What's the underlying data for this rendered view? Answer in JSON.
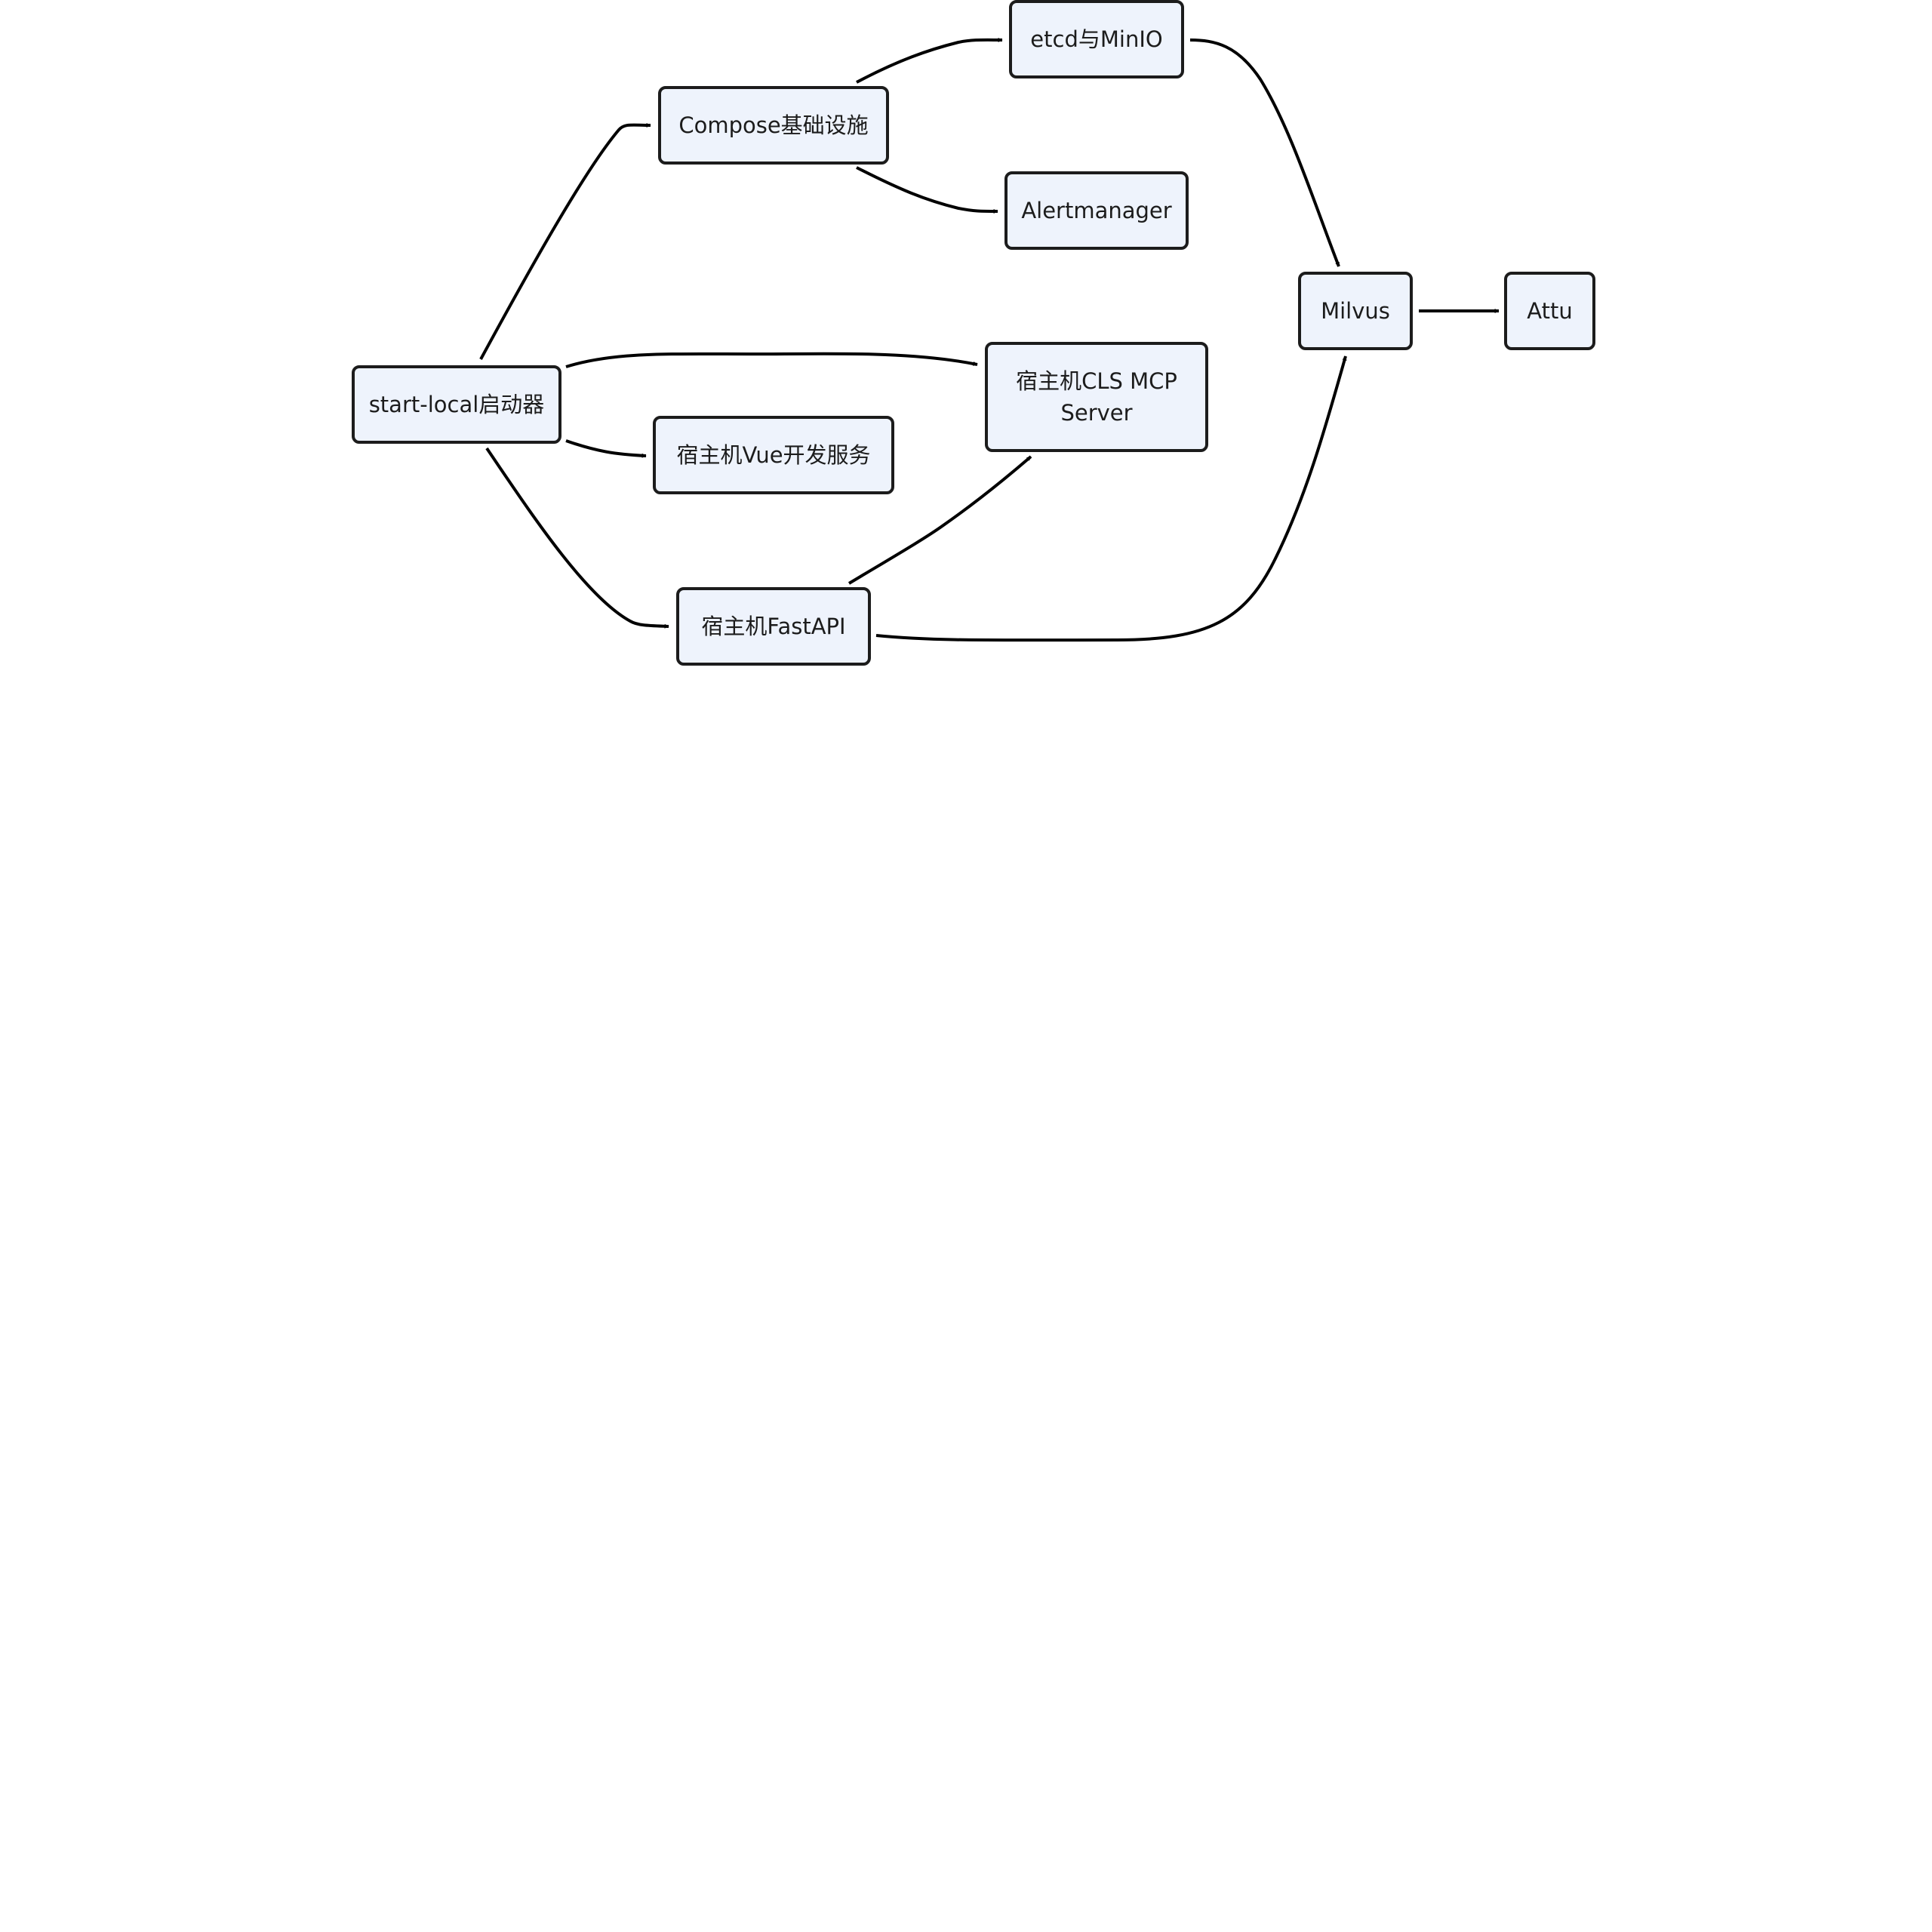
{
  "colors": {
    "node_fill": "#eef3fc",
    "node_border": "#1c1c1c",
    "edge": "#000000",
    "background": "#ffffff"
  },
  "nodes": {
    "start_local": "start-local启动器",
    "compose": "Compose基础设施",
    "etcd_minio": "etcd与MinIO",
    "alertmanager": "Alertmanager",
    "cls_mcp": "宿主机CLS MCP\nServer",
    "vue_dev": "宿主机Vue开发服务",
    "fastapi": "宿主机FastAPI",
    "milvus": "Milvus",
    "attu": "Attu"
  },
  "edges": [
    {
      "from": "start_local",
      "to": "compose"
    },
    {
      "from": "start_local",
      "to": "cls_mcp"
    },
    {
      "from": "start_local",
      "to": "vue_dev"
    },
    {
      "from": "start_local",
      "to": "fastapi"
    },
    {
      "from": "compose",
      "to": "etcd_minio"
    },
    {
      "from": "compose",
      "to": "alertmanager"
    },
    {
      "from": "etcd_minio",
      "to": "milvus"
    },
    {
      "from": "fastapi",
      "to": "cls_mcp"
    },
    {
      "from": "fastapi",
      "to": "milvus"
    },
    {
      "from": "milvus",
      "to": "attu"
    }
  ]
}
